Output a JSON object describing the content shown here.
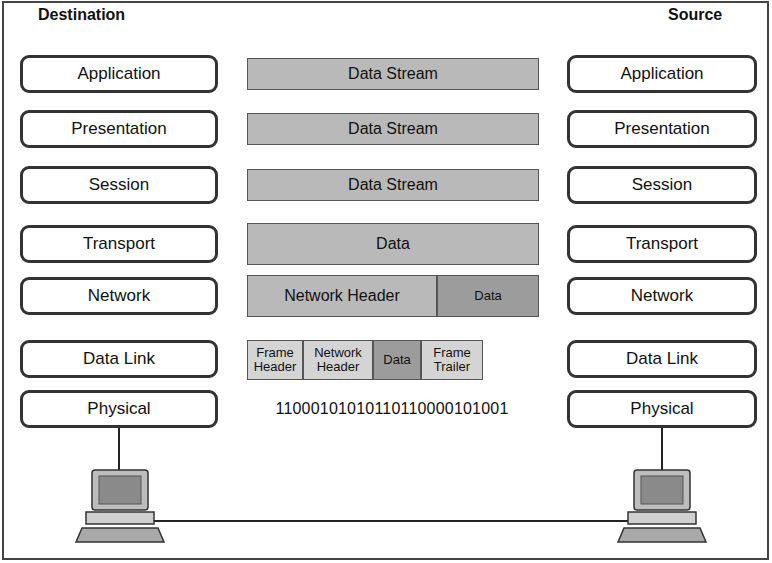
{
  "diagram": {
    "nodes": [
      {
        "text": [
          "Application"
        ]
      },
      {
        "text": [
          "Data Stream"
        ]
      },
      {
        "text": [
          "Application"
        ]
      },
      {
        "text": [
          "Presentation"
        ]
      },
      {
        "text": [
          "Data Stream"
        ]
      },
      {
        "text": [
          "Presentation"
        ]
      },
      {
        "text": [
          "Session"
        ]
      },
      {
        "text": [
          "Data Stream"
        ]
      },
      {
        "text": [
          "Session"
        ]
      },
      {
        "text": [
          "Transport"
        ]
      },
      {
        "text": [
          "Data"
        ]
      },
      {
        "text": [
          "Transport"
        ]
      },
      {
        "text": [
          "Network"
        ]
      },
      {
        "text": [
          "Network Header"
        ]
      },
      {
        "text": [
          "Data"
        ]
      },
      {
        "text": [
          "Network"
        ]
      },
      {
        "text": [
          "Data Link"
        ]
      },
      {
        "text": [
          "Frame Header"
        ]
      },
      {
        "text": [
          "Network Header"
        ]
      },
      {
        "text": [
          "Data"
        ]
      },
      {
        "text": [
          "Frame Trailer"
        ]
      },
      {
        "text": [
          "Data Link"
        ]
      },
      {
        "text": [
          "Physical"
        ]
      },
      {
        "text": [
          "Physical"
        ]
      }
    ],
    "labels": [
      "Destination",
      "Source",
      "11000101010110110000101001"
    ]
  }
}
